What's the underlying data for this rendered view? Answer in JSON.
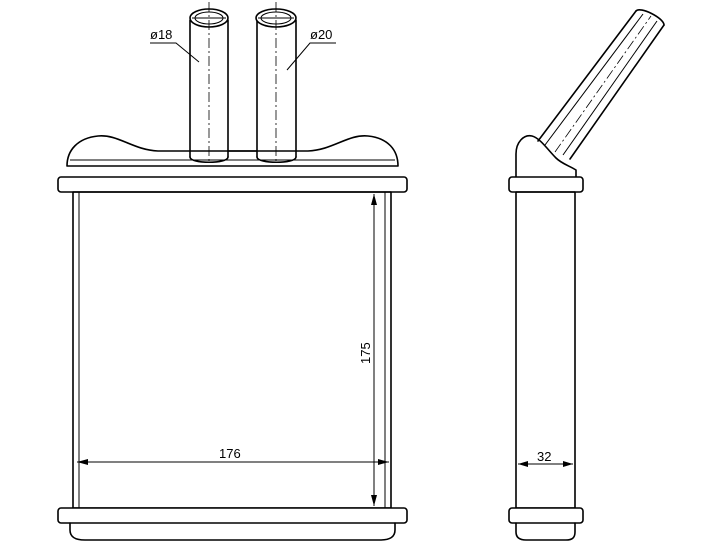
{
  "drawing": {
    "dimensions": {
      "width": "176",
      "height": "175",
      "depth": "32",
      "pipe_left_diameter": "ø18",
      "pipe_right_diameter": "ø20"
    }
  }
}
